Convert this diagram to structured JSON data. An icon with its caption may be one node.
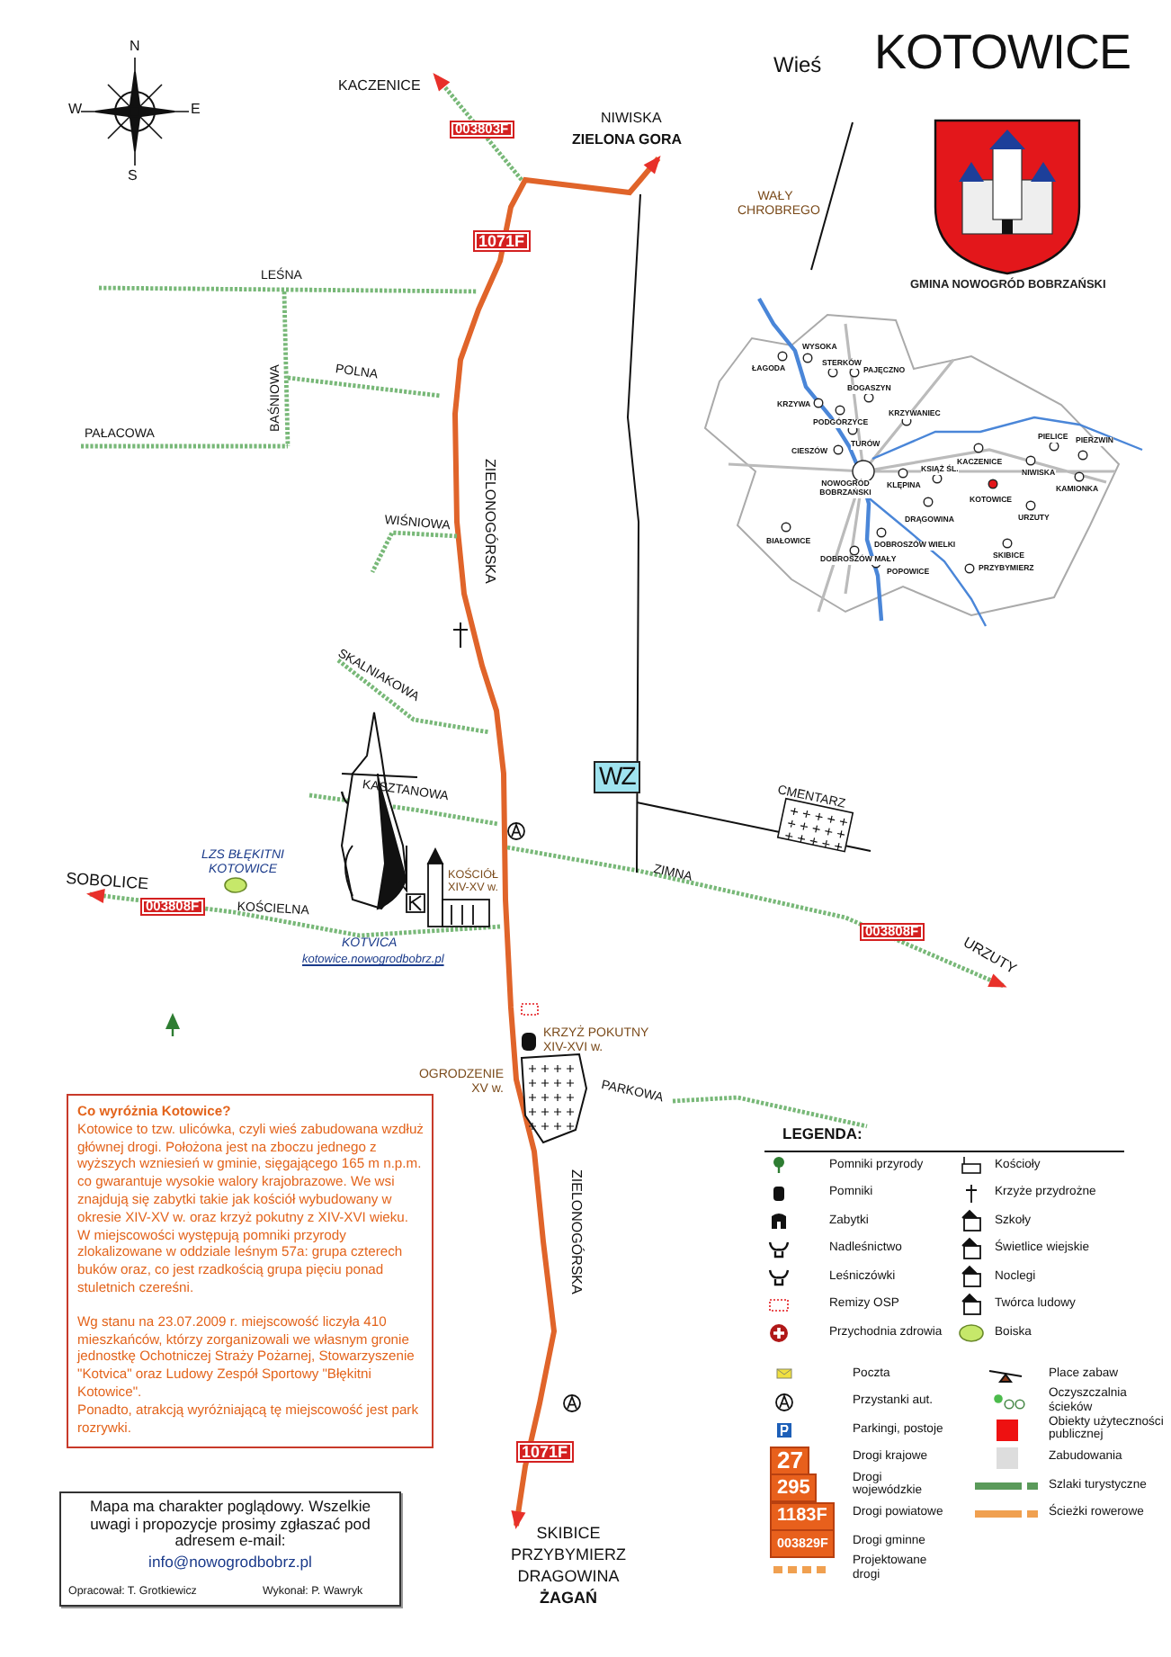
{
  "diagram": {
    "title": "KOTOWICE",
    "nodes": [
      {
        "text": [
          "003803F"
        ]
      },
      {
        "text": [
          "1071F"
        ]
      },
      {
        "text": [
          "WZ"
        ]
      },
      {
        "text": [
          "003808F"
        ]
      },
      {
        "text": [
          "003808F"
        ]
      },
      {
        "text": [
          "Co wyróżnia Kotowice?",
          "Kotowice to tzw. ulicówka, czyli wieś zabudowana wzdłuż głównej drogi. Położona jest na zboczu jednego z wyższych wzniesień w gminie, sięgającego 165 m n.p.m. co gwarantuje wysokie walory krajobrazowe. We wsi znajdują się zabytki takie jak kościół wybudowany w okresie XIV-XV w. oraz krzyż pokutny z XIV-XVI wieku.",
          "W miejscowości występują pomniki przyrody zlokalizowane w oddziale leśnym 57a: grupa czterech buków oraz, co jest rzadkością grupa pięciu ponad stuletnich czereśni.",
          "Wg stanu na 23.07.2009 r. miejscowość liczyła 410 mieszkańców, którzy zorganizowali we własnym gronie jednostkę Ochotniczej Straży Pożarnej, Stowarzyszenie \"Kotvica\" oraz Ludowy Zespół Sportowy \"Błękitni Kotowice\".",
          "Ponadto, atrakcją wyróżniającą tę miejscowość jest park rozrywki."
        ]
      },
      {
        "text": [
          "1071F"
        ]
      },
      {
        "text": [
          "Mapa ma charakter poglądowy. Wszelkie uwagi i propozycje prosimy zgłaszać pod adresem e-mail:",
          "info@nowogrodbobrz.pl",
          "Opracował: T. Grotkiewicz",
          "Wykonał: P. Wawryk"
        ]
      }
    ],
    "labels": [
      "Wieś",
      "N",
      "W",
      "E",
      "S",
      "KACZENICE",
      "NIWISKA",
      "ZIELONA GORA",
      "WAŁY CHROBREGO",
      "GMINA NOWOGRÓD BOBRZAŃSKI",
      "LEŚNA",
      "BAŚNIOWA",
      "POLNA",
      "PAŁACOWA",
      "ZIELONOGÓRSKA",
      "WIŚNIOWA",
      "ŁAGODA",
      "WYSOKA",
      "STERKÓW",
      "PAJĘCZNO",
      "BOGASZYN",
      "KRZYWA",
      "PODGÓRZYCE",
      "KRZYWANIEC",
      "TURÓW",
      "CIESZÓW",
      "NOWOGRÓD BOBRZAŃSKI",
      "KLĘPINA",
      "KSIĄŻ ŚL.",
      "KACZENICE",
      "NIWISKA",
      "PIELICE",
      "PIERZWIN",
      "KAMIONKA",
      "KOTOWICE",
      "URZUTY",
      "DRĄGOWINA",
      "BIAŁOWICE",
      "DOBROSZÓW WIELKI",
      "DOBROSZÓW MAŁY",
      "POPOWICE",
      "SKIBICE",
      "PRZYBYMIERZ",
      "SKALNIAKOWA",
      "KASZTANOWA",
      "CMENTARZ",
      "LZS BŁĘKITNI KOTOWICE",
      "SOBOLICE",
      "KOŚCIÓŁ XIV-XV w.",
      "ZIMNA",
      "KOŚCIELNA",
      "KOTVICA",
      "kotowice.nowogrodbobrz.pl",
      "URZUTY",
      "KRZYŻ POKUTNY XIV-XVI w.",
      "OGRODZENIE XV w.",
      "PARKOWA",
      "LEGENDA:",
      "ZIELONOGÓRSKA",
      "27",
      "295",
      "1183F",
      "003829F",
      "SKIBICE",
      "PRZYBYMIERZ",
      "DRAGOWINA",
      "ŻAGAŃ"
    ],
    "legend": [
      {
        "text": "Pomniki przyrody"
      },
      {
        "text": "Kościoły"
      },
      {
        "text": "Pomniki"
      },
      {
        "text": "Krzyże przydrożne"
      },
      {
        "text": "Zabytki"
      },
      {
        "text": "Szkoły"
      },
      {
        "text": "Nadleśnictwo"
      },
      {
        "text": "Świetlice wiejskie"
      },
      {
        "text": "Leśniczówki"
      },
      {
        "text": "Noclegi"
      },
      {
        "text": "Remizy OSP"
      },
      {
        "text": "Twórca ludowy"
      },
      {
        "text": "Przychodnia zdrowia"
      },
      {
        "text": "Boiska"
      },
      {
        "text": "Poczta"
      },
      {
        "text": "Place zabaw"
      },
      {
        "text": "Przystanki aut."
      },
      {
        "text": "Oczyszczalnia ścieków"
      },
      {
        "text": "Parkingi, postoje"
      },
      {
        "text": "Obiekty użyteczności publicznej",
        "color": "#ee1111"
      },
      {
        "text": "Drogi krajowe"
      },
      {
        "text": "Zabudowania",
        "color": "#dddddd"
      },
      {
        "text": "Drogi wojewódzkie"
      },
      {
        "text": "Szlaki turystyczne"
      },
      {
        "text": "Drogi powiatowe"
      },
      {
        "text": "Ścieżki rowerowe"
      },
      {
        "text": "Drogi gminne"
      },
      {
        "text": "Projektowane drogi"
      }
    ]
  }
}
